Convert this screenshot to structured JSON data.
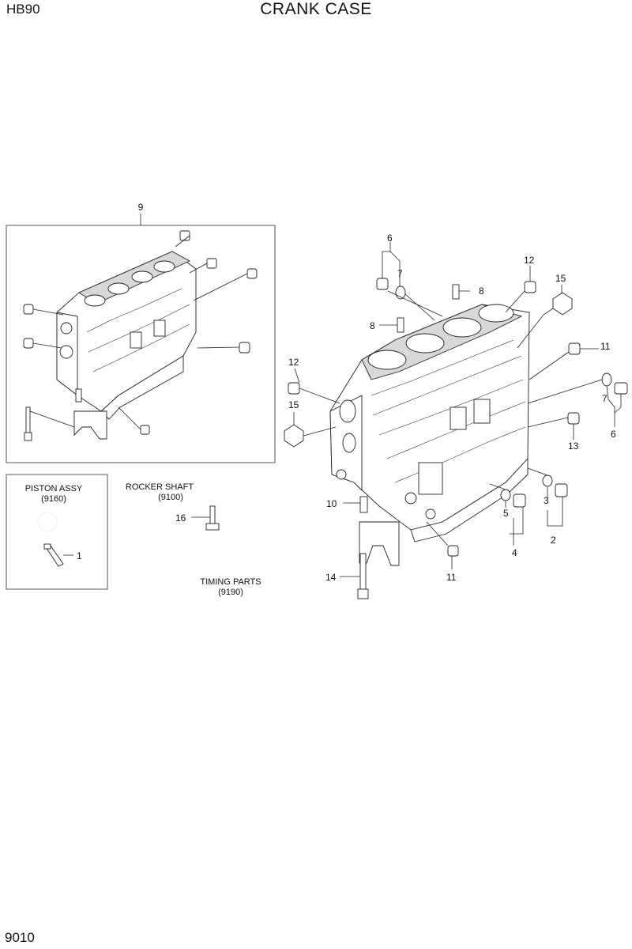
{
  "header": {
    "model": "HB90",
    "title": "CRANK CASE"
  },
  "footer": {
    "page_number": "9010"
  },
  "subassembly": {
    "label": "9"
  },
  "callouts": {
    "c1": "1",
    "c2": "2",
    "c3": "3",
    "c4": "4",
    "c5": "5",
    "c6a": "6",
    "c6b": "6",
    "c7a": "7",
    "c7b": "7",
    "c8a": "8",
    "c8b": "8",
    "c10": "10",
    "c11a": "11",
    "c11b": "11",
    "c12a": "12",
    "c12b": "12",
    "c13": "13",
    "c14": "14",
    "c15a": "15",
    "c15b": "15",
    "c16": "16"
  },
  "references": {
    "piston_assy": {
      "name": "PISTON ASSY",
      "code": "(9160)"
    },
    "rocker_shaft": {
      "name": "ROCKER SHAFT",
      "code": "(9100)"
    },
    "timing_parts": {
      "name": "TIMING PARTS",
      "code": "(9190)"
    }
  }
}
